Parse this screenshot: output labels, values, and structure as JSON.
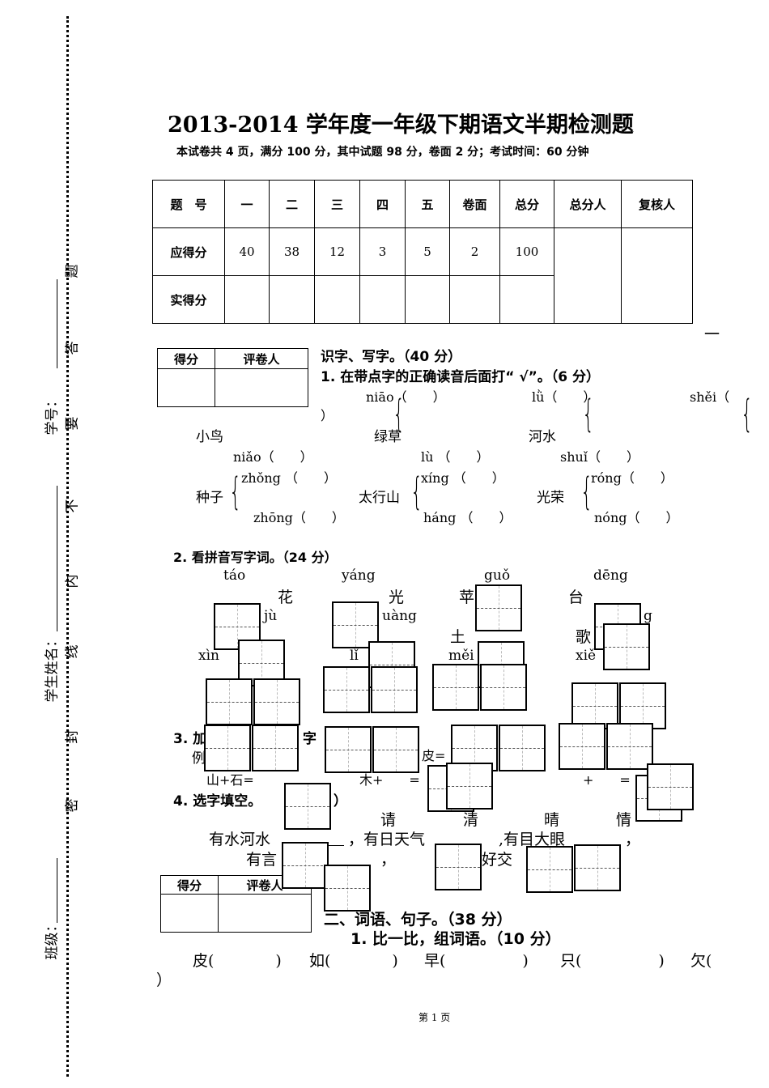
{
  "margin": {
    "class_label": "班级：",
    "name_label": "学生姓名：",
    "id_label": "学号：",
    "seal_chars": [
      "密",
      "封",
      "线",
      "内",
      "不",
      "要",
      "答",
      "题"
    ]
  },
  "header": {
    "title": "2013-2014 学年度一年级下期语文半期检测题",
    "subtitle": "本试卷共 4 页，满分 100 分，其中试题 98  分，卷面 2 分；考试时间：60 分钟"
  },
  "score_table": {
    "headers": [
      "题　号",
      "一",
      "二",
      "三",
      "四",
      "五",
      "卷面",
      "总分",
      "总分人",
      "复核人"
    ],
    "expected_label": "应得分",
    "expected": [
      "40",
      "38",
      "12",
      "3",
      "5",
      "2",
      "100"
    ],
    "actual_label": "实得分"
  },
  "grader_box": {
    "score": "得分",
    "grader": "评卷人"
  },
  "section1": {
    "number": "一",
    "title": "识字、写字。（40 分）",
    "q1": {
      "title": "1. 在带点字的正确读音后面打“ √”。（6 分）",
      "top": [
        "niāo（　　）",
        "lǜ（　　）",
        "shěi（",
        "）"
      ],
      "words": [
        "小鸟",
        "绿草",
        "河水"
      ],
      "bottom": [
        "niǎo（　　）",
        "lù （　　）",
        "shuǐ（　　）"
      ],
      "row2_top": [
        "zhǒng （　　）",
        "xíng （　　）",
        "róng（　　）"
      ],
      "row2_words": [
        "种子",
        "太行山",
        "光荣"
      ],
      "row2_bottom": [
        "zhōng（　　）",
        "háng （　　）",
        "nóng（　　）"
      ]
    },
    "q2": {
      "title": "2. 看拼音写字词。（24 分）",
      "pinyin": [
        "táo",
        "yáng",
        "guǒ",
        "dēng",
        "jù",
        "uàng",
        "g",
        "xìn",
        "lǐ",
        "měi",
        "xiě"
      ],
      "chars": [
        "花",
        "光",
        "苹",
        "台",
        "土",
        "歌"
      ]
    },
    "q3": {
      "title_visible": "3. 加",
      "title_tail": "字",
      "example": "例",
      "frag": "皮=",
      "eq": [
        "山+石=",
        "木+　　=",
        "+　　="
      ]
    },
    "q4": {
      "title": "4. 选字填空。",
      "tail": "）",
      "options": [
        "请",
        "清",
        "晴",
        "情"
      ],
      "line1": [
        "有水河水",
        "，有日天气",
        ",有目大眼",
        "，"
      ],
      "line2": [
        "有言",
        "，",
        "好交"
      ]
    }
  },
  "section2": {
    "title": "二、词语、句子。（38 分）",
    "q1": {
      "title": "1. 比一比，组词语。（10 分）",
      "items": [
        "皮(　　　　)",
        "如(　　　　)",
        "早(　　　　　)",
        "只(　　　　　)",
        "欠(",
        "）"
      ]
    }
  },
  "footer": {
    "page": "第 1 页"
  }
}
